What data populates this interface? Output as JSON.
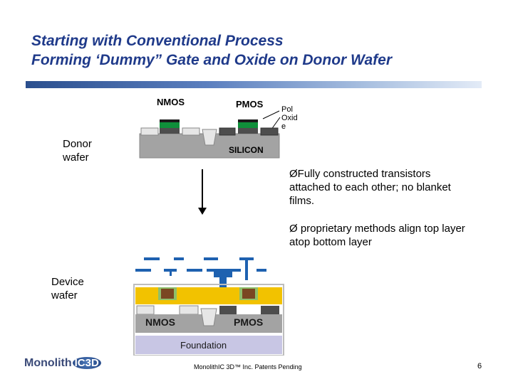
{
  "title": {
    "line1": "Starting with Conventional Process",
    "line2": "Forming ‘Dummy” Gate and Oxide on Donor Wafer"
  },
  "donor": {
    "nmos_label": "NMOS",
    "pmos_label": "PMOS",
    "silicon_label": "SILICON",
    "callout_lines": [
      "Pol",
      "Oxid",
      "e"
    ],
    "side_label_lines": [
      "Donor",
      "wafer"
    ]
  },
  "bullets": [
    {
      "marker": "Ø",
      "lines": [
        "Fully constructed transistors",
        "attached to each other; no blanket",
        "films."
      ]
    },
    {
      "marker": "Ø",
      "lines": [
        " proprietary methods align top layer",
        "atop bottom layer"
      ]
    }
  ],
  "device": {
    "side_label_lines": [
      "Device",
      "wafer"
    ],
    "nmos_label": "NMOS",
    "pmos_label": "PMOS",
    "foundation_label": "Foundation"
  },
  "footer": {
    "text": "MonolithIC 3D™ Inc. Patents Pending",
    "page_number": "6"
  },
  "logo": {
    "text": "Monolith",
    "badge": "IC3D"
  },
  "colors": {
    "title": "#1f3a8a",
    "silicon": "#a3a3a3",
    "nmos_cap": "#0f8f3a",
    "oxide": "#e6e6e6",
    "gate_dark": "#4d4d4d",
    "metal_blue": "#1e61b0",
    "yellow_layer": "#f2c200",
    "brown_gate": "#7a4722",
    "foundation": "#c8c6e4"
  }
}
